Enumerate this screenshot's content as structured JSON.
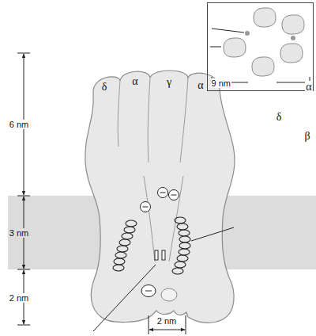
{
  "diagram": {
    "nodes": [
      {
        "text": [
          "9 nm"
        ]
      },
      {
        "text": [
          "α"
        ],
        "in": 0
      },
      {
        "text": [
          "γ"
        ],
        "in": 0
      },
      {
        "text": [
          "δ"
        ],
        "in": 0
      },
      {
        "text": [
          "α"
        ],
        "in": 0
      },
      {
        "text": [
          "β"
        ],
        "in": 0
      }
    ],
    "labels": [
      "δ",
      "α",
      "γ",
      "α",
      "6 nm",
      "3 nm",
      "2 nm",
      "2 nm"
    ]
  }
}
